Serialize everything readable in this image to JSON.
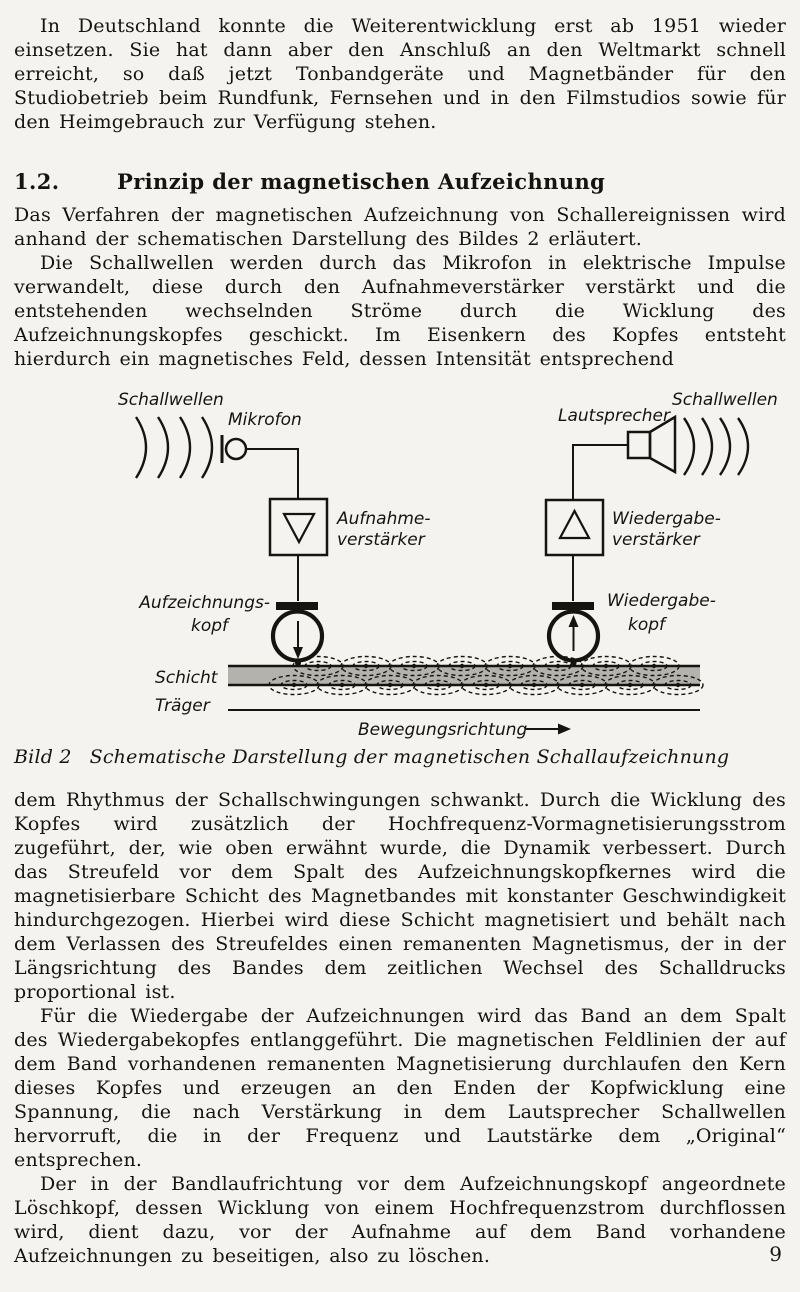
{
  "page": {
    "number": "9",
    "paper_color": "#f4f3ef",
    "ink_color": "#17140f",
    "tape_color": "#b4b2ad"
  },
  "content": {
    "para_intro": "In Deutschland konnte die Weiterentwicklung erst ab 1951 wieder einsetzen. Sie hat dann aber den Anschluß an den Weltmarkt schnell erreicht, so daß jetzt Tonbandgeräte und Magnetbänder für den Studiobetrieb beim Rundfunk, Fernsehen und in den Filmstudios sowie für den Heimgebrauch zur Verfügung stehen.",
    "section": {
      "number": "1.2.",
      "title": "Prinzip der magnetischen Aufzeichnung"
    },
    "para_method": "Das Verfahren der magnetischen Aufzeichnung von Schallereignissen wird anhand der schematischen Darstellung des Bildes 2 erläutert.",
    "para_soundwaves": "Die Schallwellen werden durch das Mikrofon in elektrische Impulse verwandelt, diese durch den Aufnahmeverstärker verstärkt und die entstehenden wechselnden Ströme durch die Wicklung des Aufzeichnungskopfes geschickt. Im Eisenkern des Kopfes entsteht hierdurch ein magnetisches Feld, dessen Intensität entsprechend",
    "para_rhythm": "dem Rhythmus der Schallschwingungen schwankt. Durch die Wicklung des Kopfes wird zusätzlich der Hochfrequenz-Vormagnetisierungsstrom zugeführt, der, wie oben erwähnt wurde, die Dynamik verbessert. Durch das Streufeld vor dem Spalt des Aufzeichnungskopfkernes wird die magnetisierbare Schicht des Magnetbandes mit konstanter Geschwindigkeit hindurchgezogen. Hierbei wird diese Schicht magnetisiert und behält nach dem Verlassen des Streufeldes einen remanenten Magnetismus, der in der Längsrichtung des Bandes dem zeitlichen Wechsel des Schalldrucks proportional ist.",
    "para_playback": "Für die Wiedergabe der Aufzeichnungen wird das Band an dem Spalt des Wiedergabekopfes entlanggeführt. Die magnetischen Feldlinien der auf dem Band vorhandenen remanenten Magnetisierung durchlaufen den Kern dieses Kopfes und erzeugen an den Enden der Kopfwicklung eine Spannung, die nach Verstärkung in dem Lautsprecher Schallwellen hervorruft, die in der Frequenz und Lautstärke dem „Original“ entsprechen.",
    "para_erase": "Der in der Bandlaufrichtung vor dem Aufzeichnungskopf angeordnete Löschkopf, dessen Wicklung von einem Hochfrequenzstrom durchflossen wird, dient dazu, vor der Aufnahme auf dem Band vorhandene Aufzeichnungen zu beseitigen, also zu löschen."
  },
  "figure": {
    "caption_label": "Bild 2",
    "caption_text": "Schematische Darstellung der magnetischen Schallaufzeichnung",
    "labels": {
      "sound_waves_left": "Schallwellen",
      "microphone": "Mikrofon",
      "record_amp_line1": "Aufnahme-",
      "record_amp_line2": "verstärker",
      "record_head_line1": "Aufzeichnungs-",
      "record_head_line2": "kopf",
      "layer": "Schicht",
      "carrier": "Träger",
      "direction": "Bewegungsrichtung",
      "loudspeaker": "Lautsprecher",
      "sound_waves_right": "Schallwellen",
      "playback_amp_line1": "Wiedergabe-",
      "playback_amp_line2": "verstärker",
      "playback_head_line1": "Wiedergabe-",
      "playback_head_line2": "kopf"
    }
  }
}
